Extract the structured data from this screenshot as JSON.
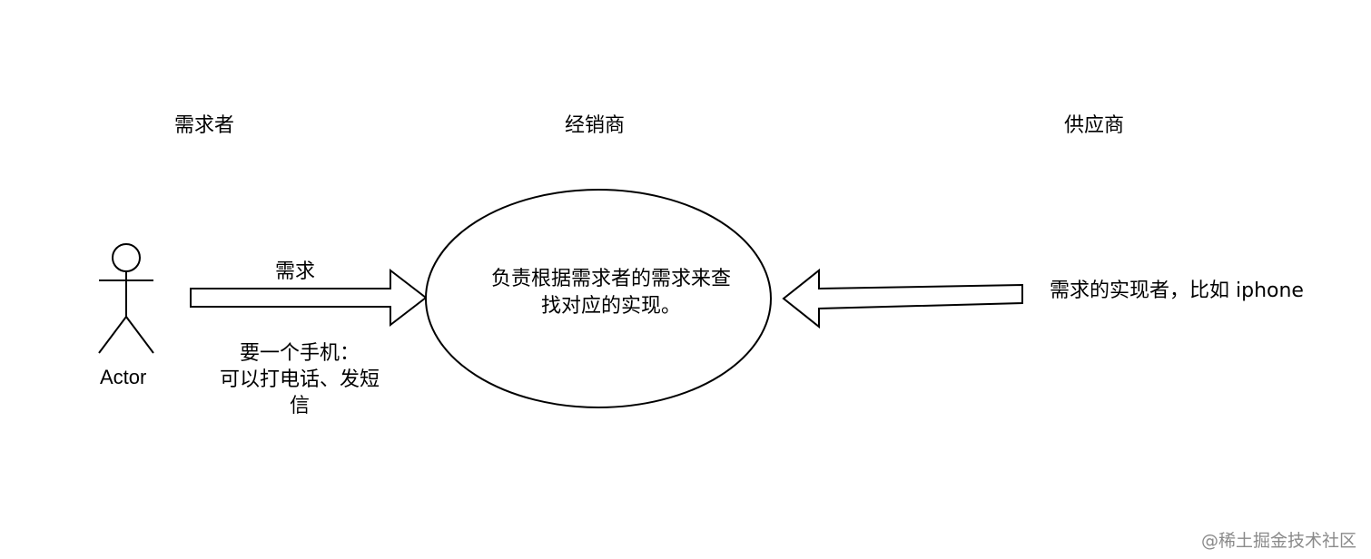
{
  "columns": {
    "left": "需求者",
    "middle": "经销商",
    "right": "供应商"
  },
  "actor": {
    "label": "Actor"
  },
  "left_arrow": {
    "label": "需求"
  },
  "note": {
    "line1": "要一个手机：",
    "line2": "可以打电话、发短",
    "line3": "信"
  },
  "center": {
    "line1": "负责根据需求者的需求来查",
    "line2": "找对应的实现。"
  },
  "right_arrow": {
    "label": "需求的实现者，比如 iphone"
  },
  "watermark": "@稀土掘金技术社区",
  "colors": {
    "stroke": "#000000",
    "fill": "#ffffff",
    "watermark": "#8a8a8a"
  }
}
